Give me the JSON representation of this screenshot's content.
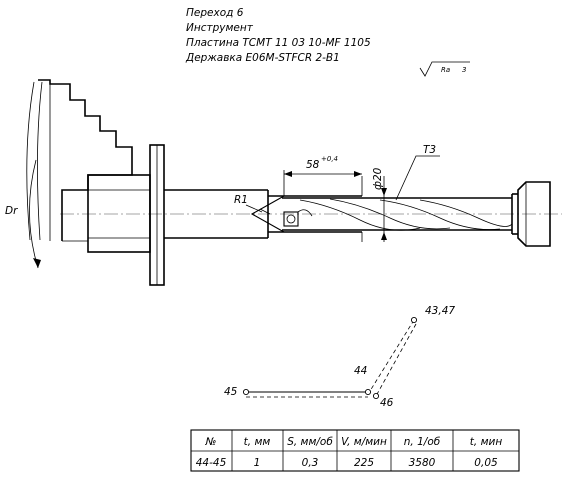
{
  "header": {
    "line1": "Переход 6",
    "line2": "Инструмент",
    "line3": "Пластина TCMT 11 03 10-MF 1105",
    "line4": "Державка E06M-STFCR 2-B1"
  },
  "roughness": {
    "prefix": "Ra",
    "value": "3"
  },
  "labels": {
    "rotation": "Dr",
    "radius": "R1",
    "length_value": "58",
    "length_tolerance": "+0,4",
    "diameter": "ф20",
    "surface": "T3"
  },
  "toolpath": {
    "point_a": "43,47",
    "point_b": "44",
    "point_c": "45",
    "point_d": "46"
  },
  "table": {
    "headers": [
      "№",
      "t, мм",
      "S, мм/об",
      "V, м/мин",
      "n, 1/об",
      "t, мин"
    ],
    "row": [
      "44-45",
      "1",
      "0,3",
      "225",
      "3580",
      "0,05"
    ]
  }
}
